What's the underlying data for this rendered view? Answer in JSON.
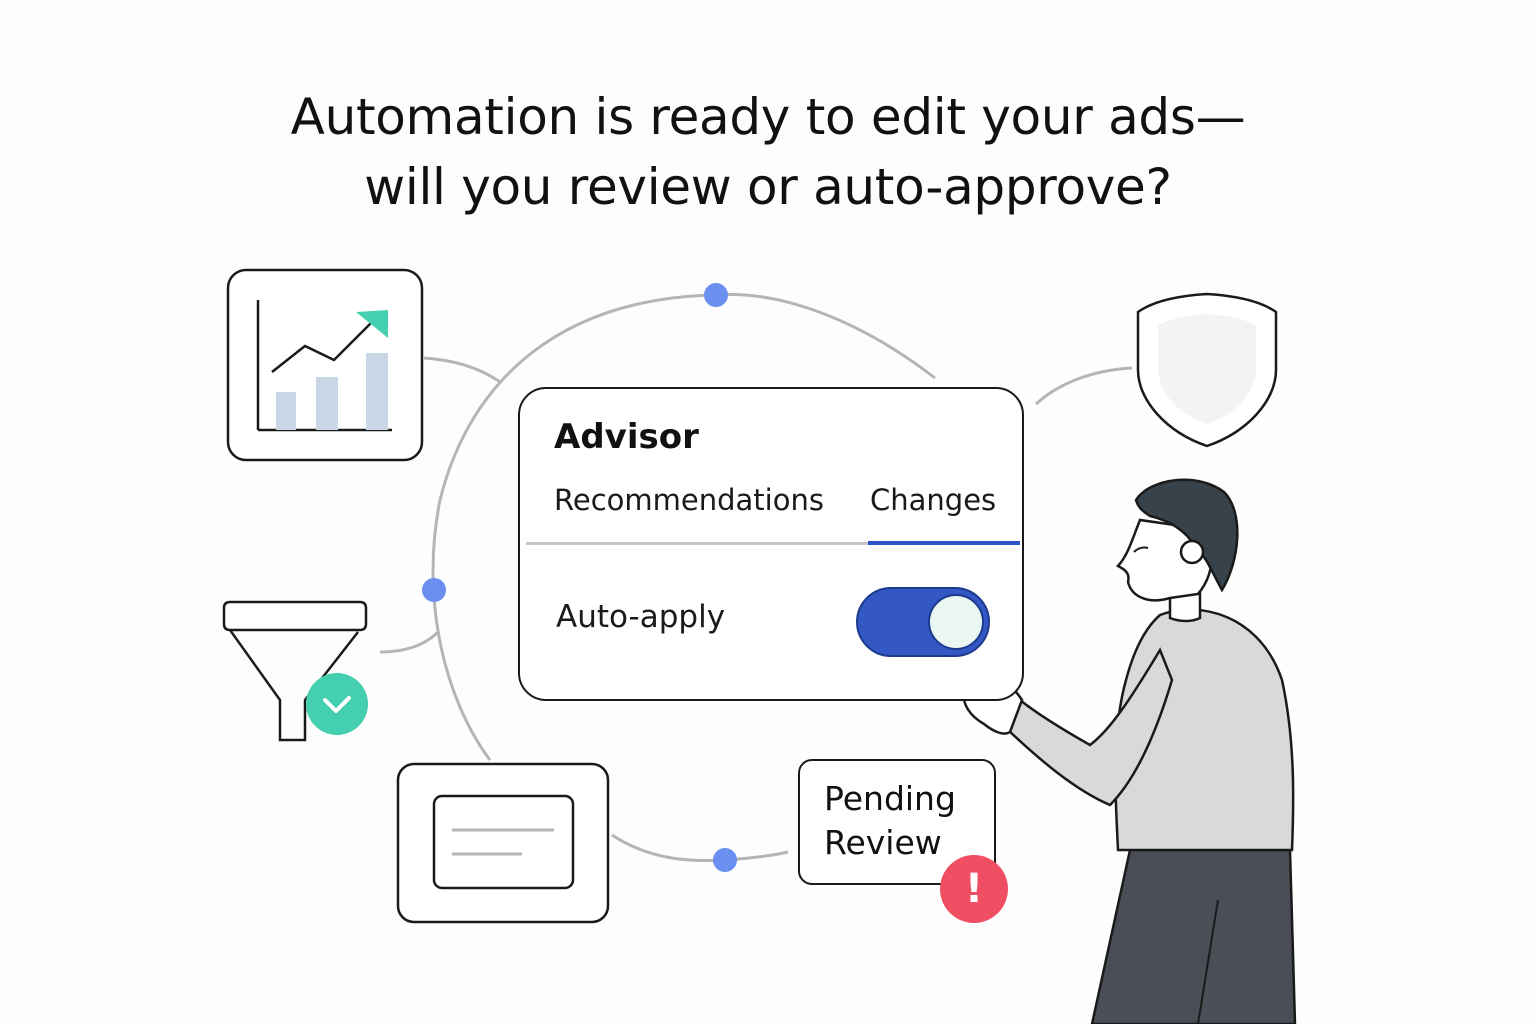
{
  "headline": {
    "line1": "Automation is ready to edit your ads—",
    "line2": "will you review or auto-approve?"
  },
  "advisor_card": {
    "title": "Advisor",
    "tabs": [
      {
        "label": "Recommendations",
        "active": false
      },
      {
        "label": "Changes",
        "active": true
      }
    ],
    "auto_apply": {
      "label": "Auto-apply",
      "enabled": true
    }
  },
  "pending_card": {
    "line1": "Pending",
    "line2": "Review",
    "alert_icon": "exclamation-icon"
  },
  "icons": [
    "growth-chart-icon",
    "shield-icon",
    "funnel-icon",
    "check-badge-icon",
    "ad-preview-icon",
    "person-illustration"
  ],
  "colors": {
    "accent_blue": "#3358c4",
    "node_blue": "#6a8ff0",
    "success_green": "#44d0b0",
    "alert_red": "#f04e63",
    "shirt_gray": "#d9d9dc",
    "pants_dark": "#4a4e56"
  }
}
